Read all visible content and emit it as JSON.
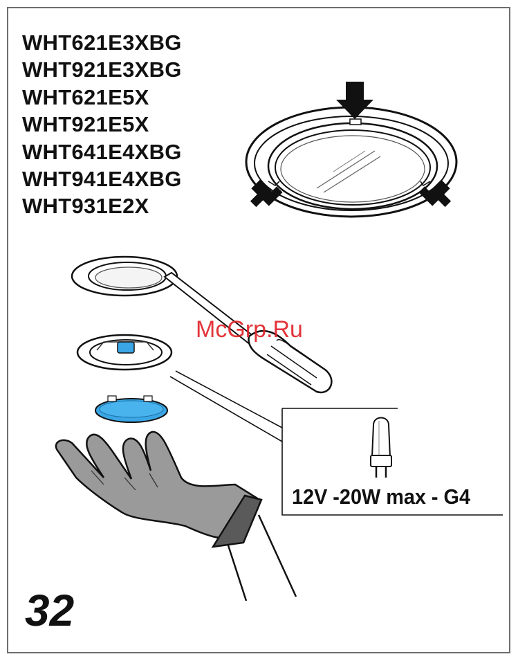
{
  "models": [
    "WHT621E3XBG",
    "WHT921E3XBG",
    "WHT621E5X",
    "WHT921E5X",
    "WHT641E4XBG",
    "WHT941E4XBG",
    "WHT931E2X"
  ],
  "spec_label": "12V -20W max - G4",
  "watermark": "McGrp.Ru",
  "page_number": "32",
  "colors": {
    "frame": "#6e6e6e",
    "text": "#111111",
    "glass_blue": "#3aa6e6",
    "glove": "#9a9a9a",
    "watermark": "#e0242a"
  },
  "icons": [
    "lamp-fixture-icon",
    "screwdriver-icon",
    "halogen-bulb-icon",
    "glove-hand-icon",
    "arrow-icon"
  ]
}
